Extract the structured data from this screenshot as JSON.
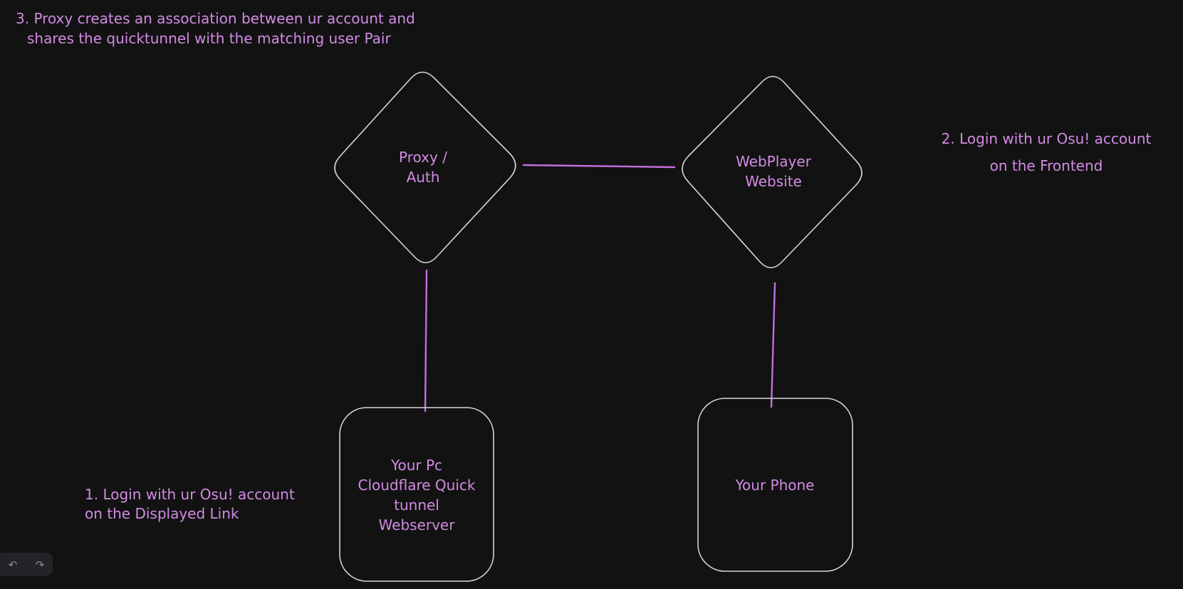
{
  "app": {
    "type": "whiteboard-canvas"
  },
  "canvas": {
    "background_color": "#121212",
    "shape_stroke_color": "#d3d7dc",
    "text_color": "#d28be4",
    "connector_color": "#c46fdd"
  },
  "annotations": [
    {
      "id": "step-3",
      "lines": [
        "3. Proxy creates an association between ur account and",
        "shares the quicktunnel with the matching user Pair"
      ]
    },
    {
      "id": "step-2",
      "lines": [
        "2. Login with ur Osu! account",
        "on the Frontend"
      ]
    },
    {
      "id": "step-1",
      "lines": [
        "1. Login with ur Osu! account",
        "on the Displayed Link"
      ]
    }
  ],
  "shapes": {
    "proxy_diamond": {
      "kind": "diamond",
      "label_lines": [
        "Proxy /",
        "Auth"
      ]
    },
    "webplayer_diamond": {
      "kind": "diamond",
      "label_lines": [
        "WebPlayer",
        "Website"
      ]
    },
    "pc_rect": {
      "kind": "rounded-rectangle",
      "label_lines": [
        "Your Pc",
        "Cloudflare Quick",
        "tunnel",
        "Webserver"
      ]
    },
    "phone_rect": {
      "kind": "rounded-rectangle",
      "label_lines": [
        "Your Phone"
      ]
    }
  },
  "connectors": [
    {
      "id": "proxy-to-webplayer",
      "from": "proxy_diamond",
      "to": "webplayer_diamond"
    },
    {
      "id": "proxy-to-pc",
      "from": "proxy_diamond",
      "to": "pc_rect"
    },
    {
      "id": "webplayer-to-phone",
      "from": "webplayer_diamond",
      "to": "phone_rect"
    }
  ],
  "toolbar": {
    "undo_icon": "↶",
    "redo_icon": "↷"
  }
}
